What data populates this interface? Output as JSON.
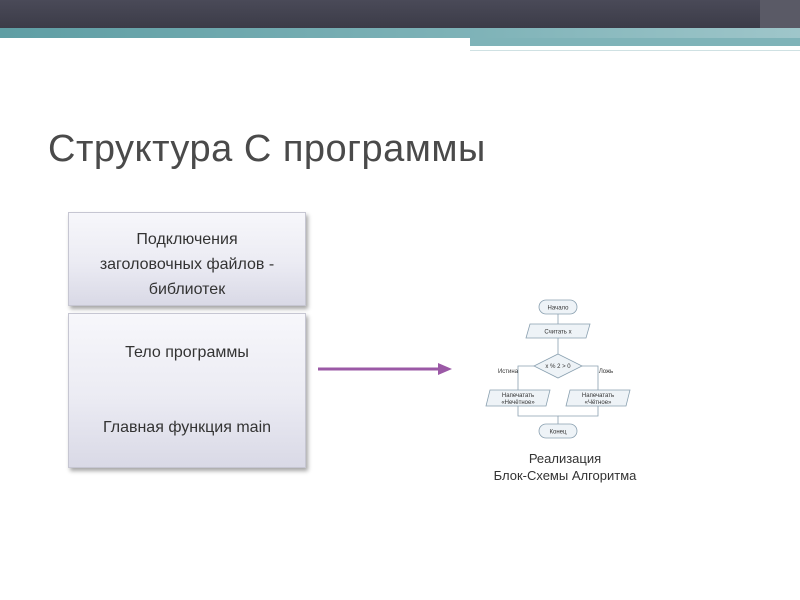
{
  "slide": {
    "title": "Структура C программы",
    "headers_box": {
      "line1": "Подключения",
      "line2": "заголовочных файлов -",
      "line3": "библиотек"
    },
    "body_box": {
      "line1": "Тело программы",
      "line2": "Главная функция main"
    },
    "caption": {
      "line1": "Реализация",
      "line2": "Блок-Схемы Алгоритма"
    }
  },
  "flowchart": {
    "start": "Начало",
    "read": "Считать x",
    "condition": "x % 2 > 0",
    "true_label": "Истина",
    "false_label": "Ложь",
    "print_odd_line1": "Напечатать",
    "print_odd_line2": "«Нечётное»",
    "print_even_line1": "Напечатать",
    "print_even_line2": "«Чётное»",
    "end": "Конец"
  },
  "colors": {
    "arrow": "#9b59a6",
    "title": "#4a4a4a",
    "teal": "#7fb3b8"
  }
}
